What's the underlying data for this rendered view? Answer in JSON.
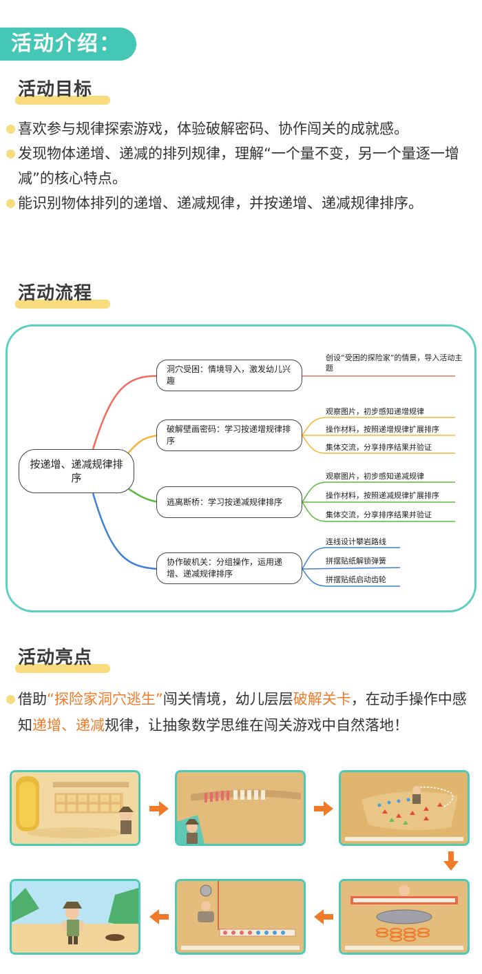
{
  "header": {
    "title": "活动介绍："
  },
  "goals": {
    "heading": "活动目标",
    "items": [
      "喜欢参与规律探索游戏，体验破解密码、协作闯关的成就感。",
      "发现物体递增、递减的排列规律，理解“一个量不变，另一个量逐一增减”的核心特点。",
      "能识别物体排列的递增、递减规律，并按递增、递减规律排序。"
    ]
  },
  "flow": {
    "heading": "活动流程",
    "root": "按递增、递减规律排序",
    "branches": [
      {
        "label": "洞穴受困：情境导入，激发幼儿兴趣",
        "color": "#ef6d5e",
        "leaves": [
          "创设“受困的探险家”的情景，导入活动主题"
        ]
      },
      {
        "label": "破解壁画密码：学习按递增规律排序",
        "color": "#f4b63a",
        "leaves": [
          "观察图片，初步感知递增规律",
          "操作材料，按照递增规律扩展排序",
          "集体交流，分享排序结果并验证"
        ]
      },
      {
        "label": "逃离断桥：学习按递减规律排序",
        "color": "#59ba3a",
        "leaves": [
          "观察图片，初步感知递减规律",
          "操作材料，按照递减规律扩展排序",
          "集体交流，分享排序结果并验证"
        ]
      },
      {
        "label": "协作破机关：分组操作，运用递增、递减规律排序",
        "color": "#3f7fd6",
        "leaves": [
          "连线设计攀岩路线",
          "拼摆贴纸解锁弹簧",
          "拼摆贴纸启动齿轮"
        ]
      }
    ]
  },
  "highlights": {
    "heading": "活动亮点",
    "parts": {
      "p1": "借助",
      "h1": "“探险家洞穴逃生”",
      "p2": "闯关情境，幼儿层层",
      "h2": "破解关卡",
      "p3": "，在动手操作中感知",
      "h3": "递增、递减",
      "p4": "规律，让抽象数学思维在闯关游戏中自然落地！"
    }
  },
  "colors": {
    "accent": "#44c7b4",
    "underline": "#f8dc7e",
    "highlight": "#f07a2a",
    "arrow": "#f07a2a"
  }
}
